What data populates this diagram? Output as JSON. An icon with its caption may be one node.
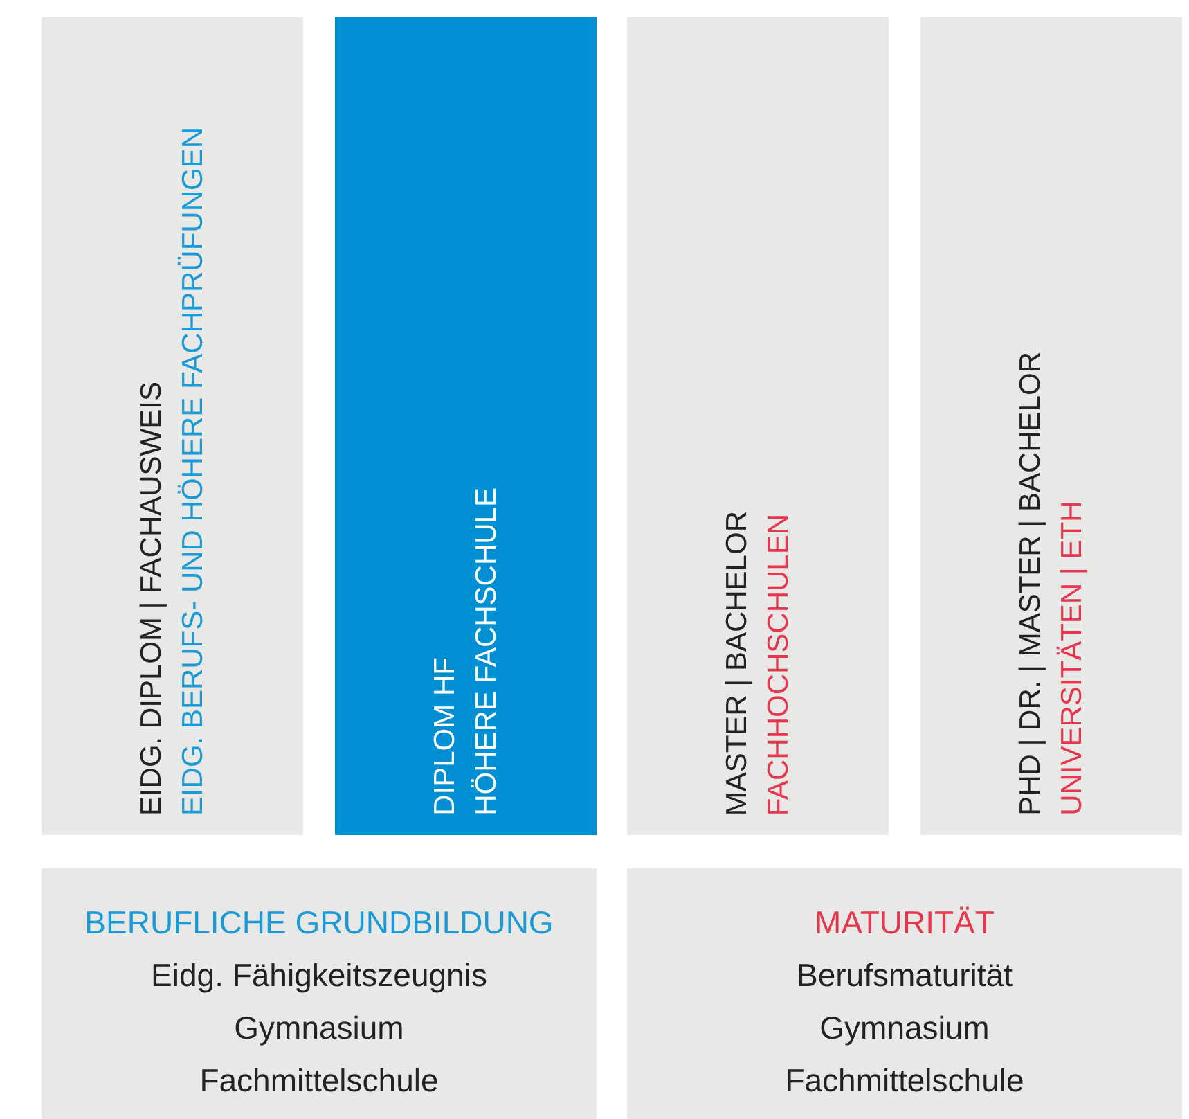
{
  "diagram": {
    "nodes": [
      {
        "text": [
          "EIDG. DIPLOM | FACHAUSWEIS",
          "EIDG. BERUFS- UND HÖHERE FACHPRÜFUNGEN"
        ]
      },
      {
        "text": [
          "DIPLOM HF",
          "HÖHERE FACHSCHULE"
        ]
      },
      {
        "text": [
          "MASTER | BACHELOR",
          "FACHHOCHSCHULEN"
        ]
      },
      {
        "text": [
          "PHD | DR. | MASTER | BACHELOR",
          "UNIVERSITÄTEN | ETH"
        ]
      },
      {
        "text": [
          "BERUFLICHE GRUNDBILDUNG",
          "Eidg. Fähigkeitszeugnis",
          "Gymnasium",
          "Fachmittelschule"
        ]
      },
      {
        "text": [
          "MATURITÄT",
          "Berufsmaturität",
          "Gymnasium",
          "Fachmittelschule"
        ]
      }
    ]
  }
}
